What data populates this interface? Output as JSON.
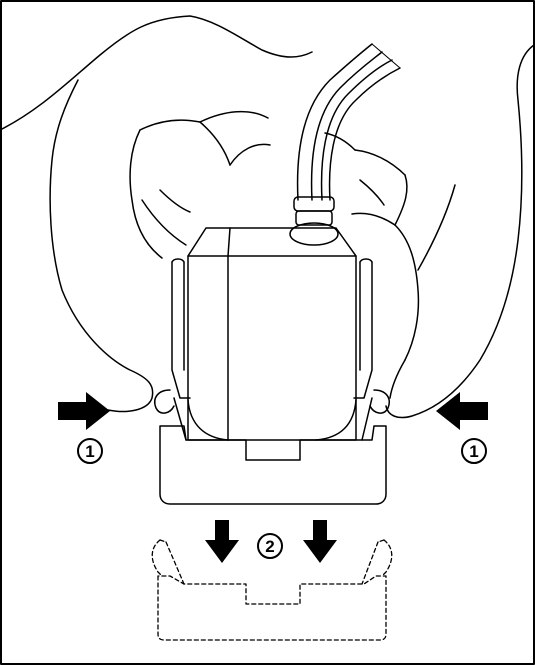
{
  "diagram": {
    "steps": {
      "squeeze_left": "1",
      "squeeze_right": "1",
      "pull_down": "2"
    },
    "colors": {
      "line": "#000000",
      "background": "#ffffff"
    },
    "icons": [
      "left-hand-icon",
      "right-hand-icon",
      "tube-icon",
      "connector-block-icon",
      "holder-clip-icon",
      "push-arrow-icon",
      "down-arrow-icon"
    ]
  }
}
